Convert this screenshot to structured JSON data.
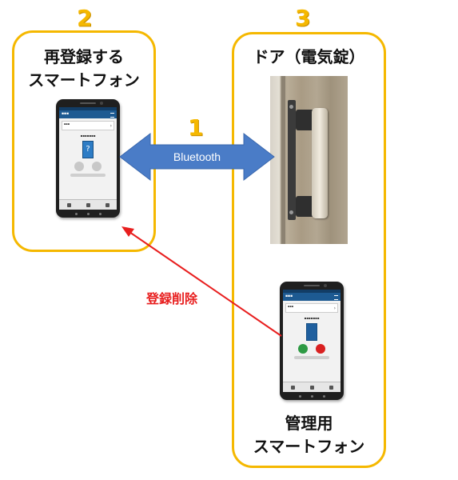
{
  "steps": {
    "two": "2",
    "three": "3",
    "one": "1"
  },
  "left_box": {
    "title_line1": "再登録する",
    "title_line2": "スマートフォン"
  },
  "right_box": {
    "title": "ドア（電気錠）",
    "bottom_line1": "管理用",
    "bottom_line2": "スマートフォン"
  },
  "arrow_label": "Bluetooth",
  "delete_label": "登録削除",
  "colors": {
    "box_border": "#f5b800",
    "step_number": "#f5b800",
    "bluetooth_arrow": "#4a7cc7",
    "delete_arrow": "#e81e1e",
    "app_header": "#1d5a92"
  }
}
